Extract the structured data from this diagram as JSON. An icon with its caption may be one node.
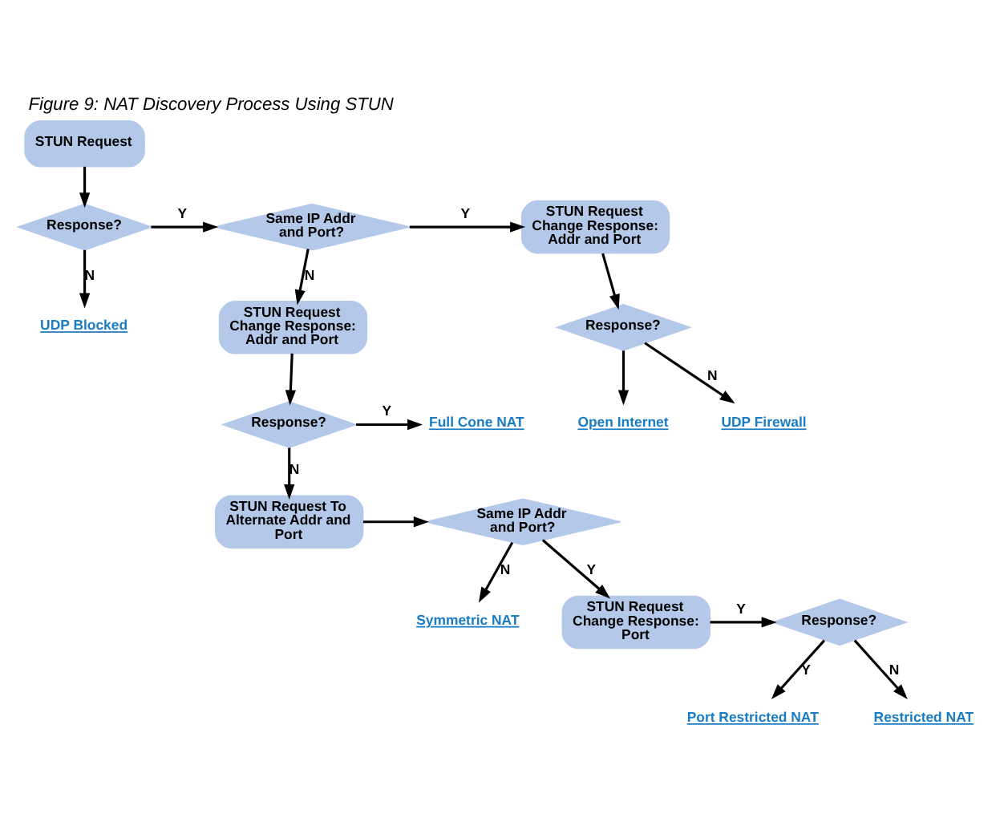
{
  "diagram": {
    "title": "Figure 9: NAT Discovery Process Using STUN",
    "nodes": [
      {
        "text": [
          "STUN Request"
        ]
      },
      {
        "text": [
          "Response?"
        ]
      },
      {
        "text": [
          "UDP Blocked"
        ]
      },
      {
        "text": [
          "Same IP Addr and Port?"
        ]
      },
      {
        "text": [
          "STUN Request Change Response: Addr and Port"
        ]
      },
      {
        "text": [
          "Response?"
        ]
      },
      {
        "text": [
          "Open Internet"
        ]
      },
      {
        "text": [
          "UDP Firewall"
        ]
      },
      {
        "text": [
          "STUN Request Change Response: Addr and Port"
        ]
      },
      {
        "text": [
          "Response?"
        ]
      },
      {
        "text": [
          "Full Cone NAT"
        ]
      },
      {
        "text": [
          "STUN Request To Alternate Addr and Port"
        ]
      },
      {
        "text": [
          "Same IP Addr and Port?"
        ]
      },
      {
        "text": [
          "Symmetric NAT"
        ]
      },
      {
        "text": [
          "STUN Request Change Response: Port"
        ]
      },
      {
        "text": [
          "Response?"
        ]
      },
      {
        "text": [
          "Port Restricted NAT"
        ]
      },
      {
        "text": [
          "Restricted NAT"
        ]
      }
    ],
    "edges": [
      {
        "from": 0,
        "to": 1,
        "arrow": "to"
      },
      {
        "from": 1,
        "to": 2,
        "arrow": "to",
        "label": "N"
      },
      {
        "from": 1,
        "to": 3,
        "arrow": "to",
        "label": "Y"
      },
      {
        "from": 3,
        "to": 4,
        "arrow": "to",
        "label": "Y"
      },
      {
        "from": 3,
        "to": 8,
        "arrow": "to",
        "label": "N"
      },
      {
        "from": 4,
        "to": 5,
        "arrow": "to"
      },
      {
        "from": 5,
        "to": 6,
        "arrow": "to"
      },
      {
        "from": 5,
        "to": 7,
        "arrow": "to",
        "label": "N"
      },
      {
        "from": 8,
        "to": 9,
        "arrow": "to"
      },
      {
        "from": 9,
        "to": 10,
        "arrow": "to",
        "label": "Y"
      },
      {
        "from": 9,
        "to": 11,
        "arrow": "to",
        "label": "N"
      },
      {
        "from": 11,
        "to": 12,
        "arrow": "to"
      },
      {
        "from": 12,
        "to": 13,
        "arrow": "to",
        "label": "N"
      },
      {
        "from": 12,
        "to": 14,
        "arrow": "to",
        "label": "Y"
      },
      {
        "from": 14,
        "to": 15,
        "arrow": "to",
        "label": "Y"
      },
      {
        "from": 15,
        "to": 16,
        "arrow": "to",
        "label": "Y"
      },
      {
        "from": 15,
        "to": 17,
        "arrow": "to",
        "label": "N"
      }
    ]
  }
}
